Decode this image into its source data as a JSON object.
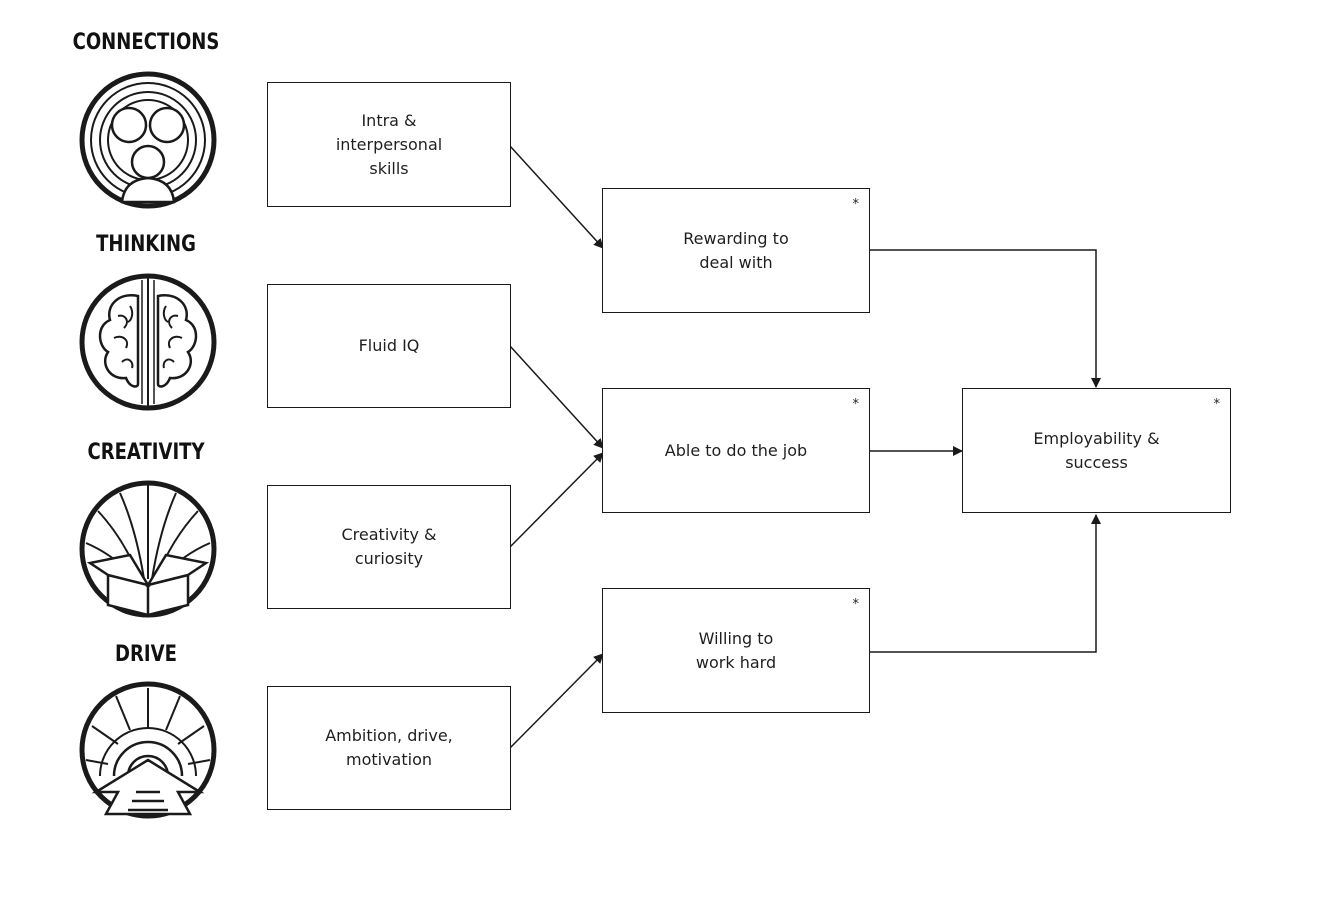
{
  "categories": [
    {
      "id": "connections",
      "title": "CONNECTIONS",
      "icon": "people-circle-icon"
    },
    {
      "id": "thinking",
      "title": "THINKING",
      "icon": "brain-icon"
    },
    {
      "id": "creativity",
      "title": "CREATIVITY",
      "icon": "open-box-rays-icon"
    },
    {
      "id": "drive",
      "title": "DRIVE",
      "icon": "tunnel-arrow-icon"
    }
  ],
  "inputs": {
    "intra": {
      "label": "Intra &\ninterpersonal\nskills"
    },
    "fluid_iq": {
      "label": "Fluid IQ"
    },
    "creativity": {
      "label": "Creativity &\ncuriosity"
    },
    "ambition": {
      "label": "Ambition, drive,\nmotivation"
    }
  },
  "outcomes": {
    "rewarding": {
      "label": "Rewarding to\ndeal with",
      "marker": "*"
    },
    "able": {
      "label": "Able to do the job",
      "marker": "*"
    },
    "willing": {
      "label": "Willing to\nwork hard",
      "marker": "*"
    }
  },
  "final": {
    "employability": {
      "label": "Employability &\nsuccess",
      "marker": "*"
    }
  },
  "colors": {
    "stroke": "#1a1a1a",
    "background": "#ffffff"
  }
}
